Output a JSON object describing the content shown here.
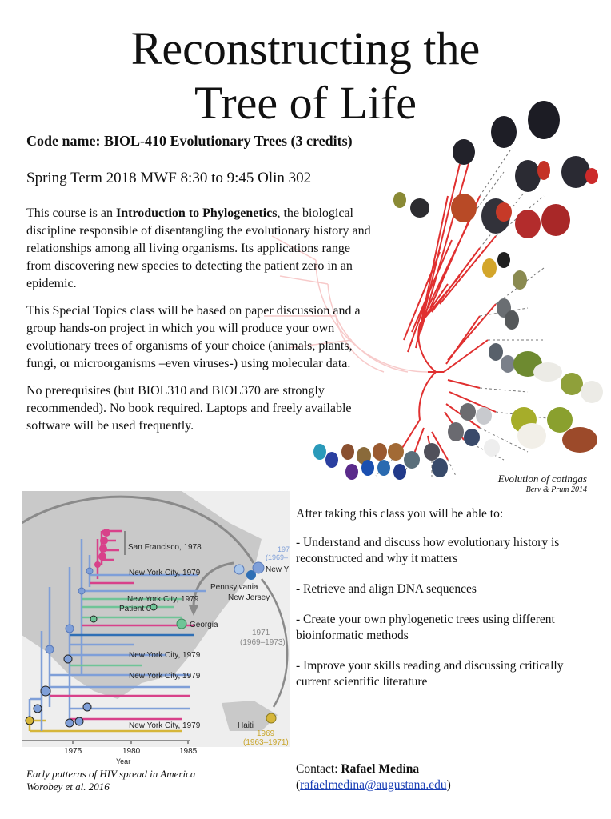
{
  "title": {
    "line1": "Reconstructing the",
    "line2": "Tree of Life"
  },
  "code_line": "Code name: BIOL-410 Evolutionary Trees (3 credits)",
  "term_line": "Spring Term 2018 MWF 8:30 to 9:45 Olin 302",
  "intro": {
    "before": "This course is an ",
    "bold": "Introduction to Phylogenetics",
    "after": ", the biological discipline responsible of disentangling the evolutionary history and relationships among all living organisms. Its applications range from discovering new species to detecting the patient zero in an epidemic."
  },
  "special_topics": "This Special Topics class will be based on paper discussion and a group hands-on project in which you will produce your own evolutionary trees of organisms of your choice (animals, plants, fungi, or microorganisms –even viruses-) using molecular data.",
  "prereqs": "No prerequisites (but BIOL310 and BIOL370 are strongly recommended). No book required. Laptops and freely available software will be used frequently.",
  "cotinga_figure": {
    "caption": "Evolution of cotingas",
    "credit": "Berv & Prum 2014"
  },
  "hiv_figure": {
    "caption": "Early patterns of HIV spread in America",
    "credit": "Worobey et al. 2016",
    "labels": {
      "sf": "San Francisco, 1978",
      "nyc": "New York City, 1979",
      "patient0": "Patient 0",
      "georgia": "Georgia",
      "pennsylvania": "Pennsylvania",
      "new_jersey": "New Jersey",
      "ny": "New Y",
      "ny_year": "197",
      "ny_range": "(1969–",
      "year_1971": "1971",
      "range_1971": "(1969–1973)",
      "haiti": "Haiti",
      "haiti_year": "1969",
      "haiti_range": "(1963–1971)",
      "axis_title": "Year"
    },
    "x_ticks": [
      "1975",
      "1980",
      "1985"
    ]
  },
  "outcomes": {
    "lead": "After taking this class you will be able to:",
    "items": [
      "- Understand and discuss how evolutionary history is reconstructed and why it matters",
      "- Retrieve and align DNA sequences",
      "- Create your own phylogenetic trees using different bioinformatic methods",
      "- Improve your skills reading and discussing critically current scientific literature"
    ]
  },
  "contact": {
    "label": "Contact: ",
    "name": "Rafael Medina",
    "email": "rafaelmedina@augustana.edu"
  },
  "colors": {
    "red_branch": "#e03030",
    "pink": "#d8418a",
    "blue": "#7f9fd8",
    "dark_blue": "#2f6fb5",
    "green": "#6fc497",
    "gold": "#d6b63a",
    "link": "#1a3fb5"
  }
}
